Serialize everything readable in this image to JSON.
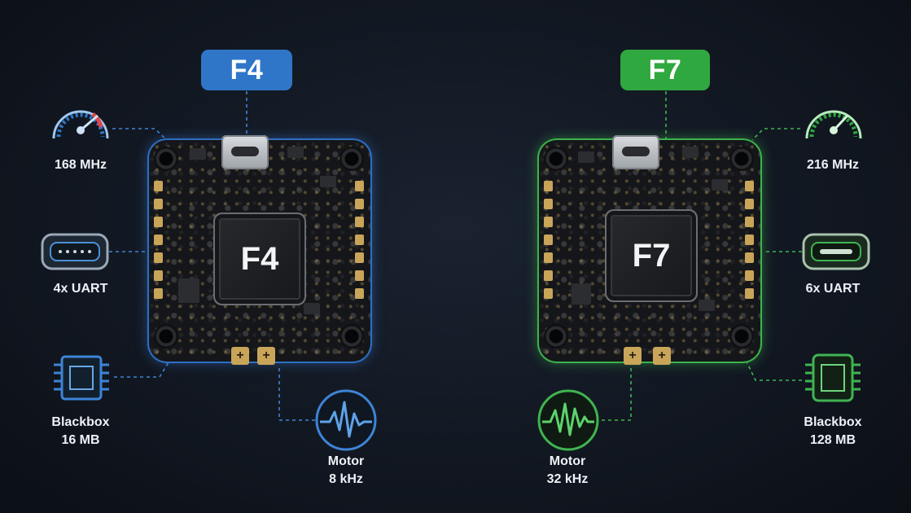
{
  "f4": {
    "badge": "F4",
    "chip": "F4",
    "clock": "168 MHz",
    "uart": "4x UART",
    "blackbox_line1": "Blackbox",
    "blackbox_line2": "16 MB",
    "motor_line1": "Motor",
    "motor_line2": "8 kHz",
    "plus_label": "+",
    "accent": "#2f76c8"
  },
  "f7": {
    "badge": "F7",
    "chip": "F7",
    "clock": "216 MHz",
    "uart": "6x UART",
    "blackbox_line1": "Blackbox",
    "blackbox_line2": "128 MB",
    "motor_line1": "Motor",
    "motor_line2": "32 kHz",
    "plus_label": "+",
    "accent": "#2fa83f"
  },
  "icons": {
    "clock": "speedometer-icon",
    "uart": "port-icon",
    "blackbox": "memory-chip-icon",
    "motor": "waveform-icon"
  }
}
